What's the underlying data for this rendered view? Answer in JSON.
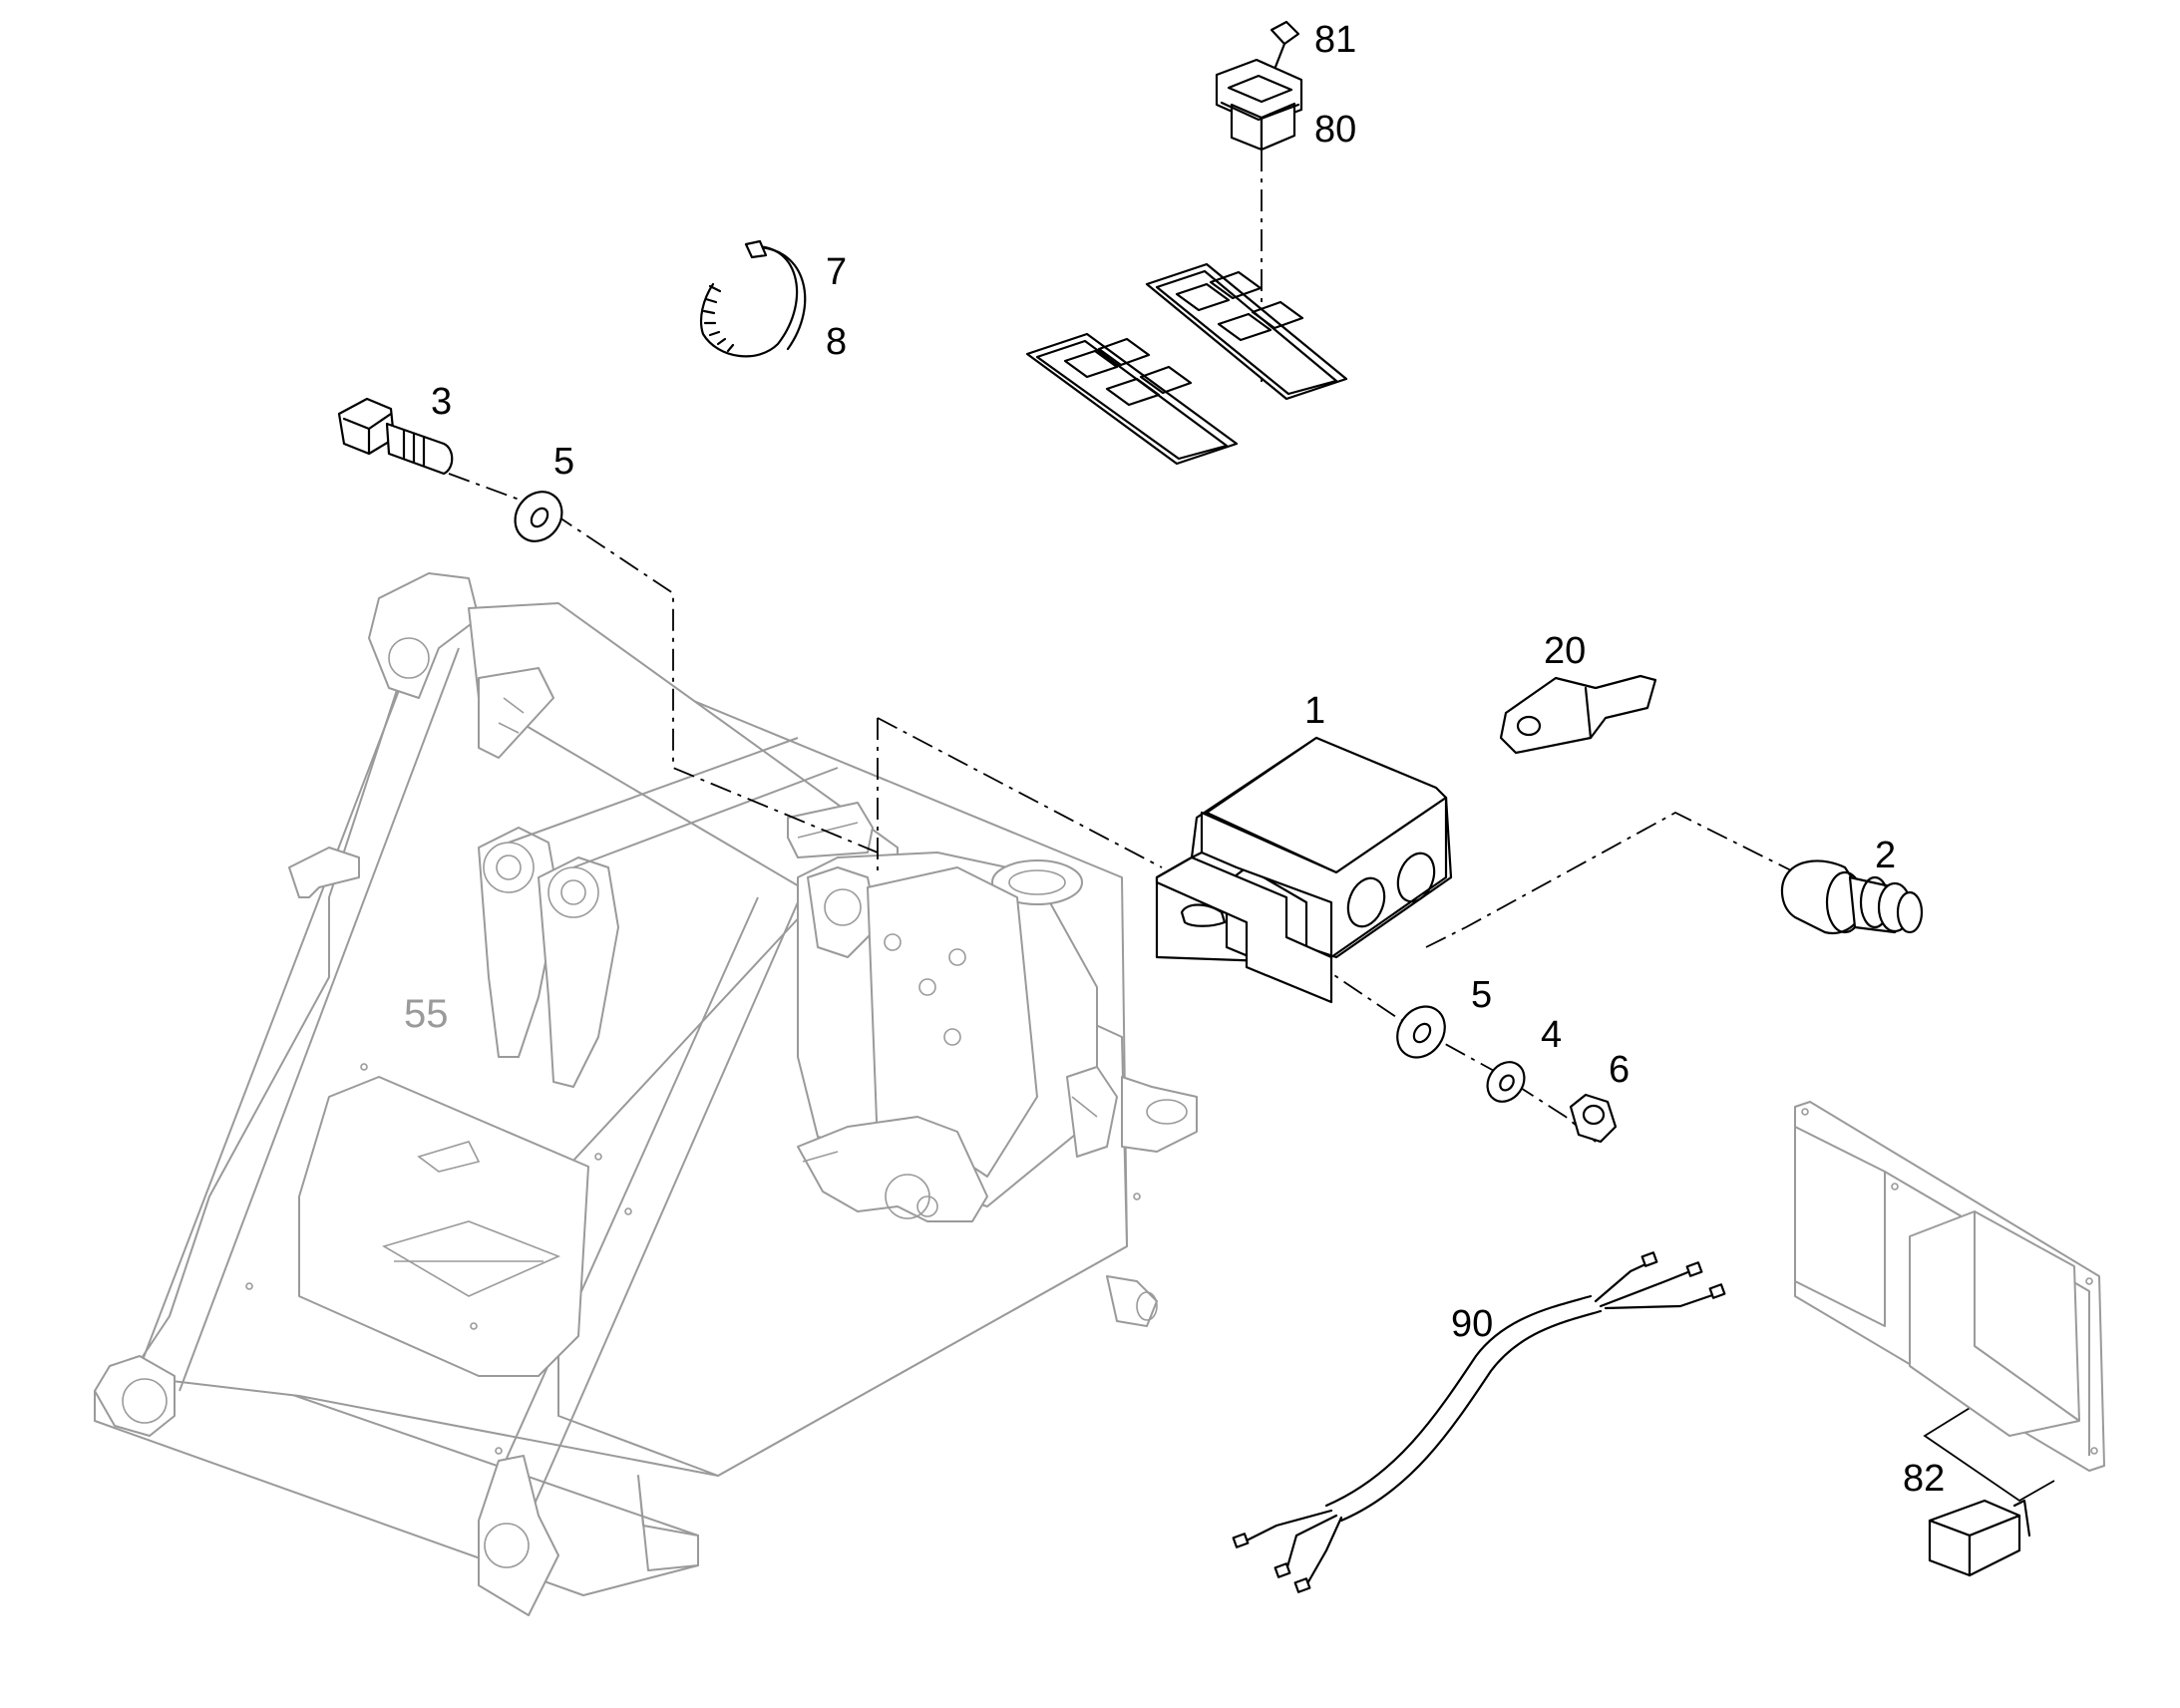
{
  "callouts": {
    "c81": "81",
    "c80": "80",
    "c7": "7",
    "c8": "8",
    "c3": "3",
    "c5a": "5",
    "c20": "20",
    "c1": "1",
    "c2": "2",
    "c5b": "5",
    "c4": "4",
    "c6": "6",
    "c90": "90",
    "c82": "82"
  },
  "frame_marking": "55"
}
